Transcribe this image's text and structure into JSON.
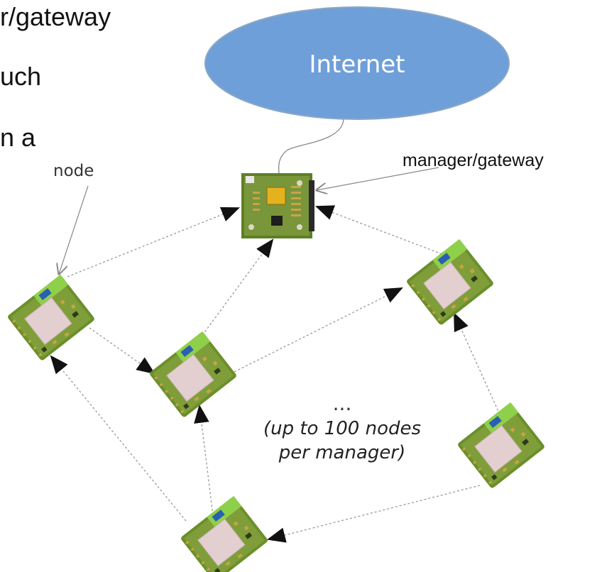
{
  "slide_text_fragments": [
    "r/gateway",
    "uch",
    "n a"
  ],
  "diagram": {
    "cloud_label": "Internet",
    "gateway_label": "manager/gateway",
    "node_label": "node",
    "ellipsis": "...",
    "caption_lines": [
      "(up to 100 nodes",
      "per manager)"
    ]
  },
  "colors": {
    "cloud_fill": "#6f9fd8",
    "cloud_stroke": "#8aa7c7",
    "board_green": "#6a8f2a",
    "antenna_green": "#8fd04a",
    "shield_pink": "#e3cfcf",
    "arrow": "#999999"
  }
}
